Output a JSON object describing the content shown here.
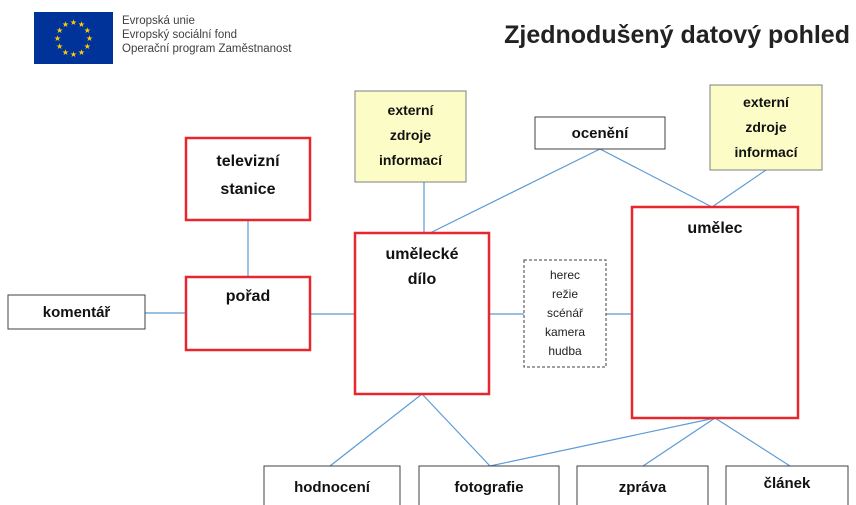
{
  "header": {
    "title": "Zjednodušený datový pohled",
    "logo_lines": [
      "Evropská unie",
      "Evropský sociální fond",
      "Operační program Zaměstnanost"
    ]
  },
  "colors": {
    "entity_border": "#e8262d",
    "external_fill": "#fcfcc6",
    "connector": "#5b9bd5",
    "eu_blue": "#003399",
    "eu_star": "#ffcc00"
  },
  "nodes": {
    "televizni_stanice": [
      "televizní",
      "stanice"
    ],
    "porad": [
      "pořad"
    ],
    "komentar": [
      "komentář"
    ],
    "umelecke_dilo": [
      "umělecké",
      "dílo"
    ],
    "externi_zdroje_1": [
      "externí",
      "zdroje",
      "informací"
    ],
    "externi_zdroje_2": [
      "externí",
      "zdroje",
      "informací"
    ],
    "oceneni": [
      "ocenění"
    ],
    "umelec": [
      "umělec"
    ],
    "role": [
      "herec",
      "režie",
      "scénář",
      "kamera",
      "hudba"
    ],
    "hodnoceni": [
      "hodnocení"
    ],
    "fotografie": [
      "fotografie"
    ],
    "zprava": [
      "zpráva"
    ],
    "clanek": [
      "článek"
    ]
  }
}
